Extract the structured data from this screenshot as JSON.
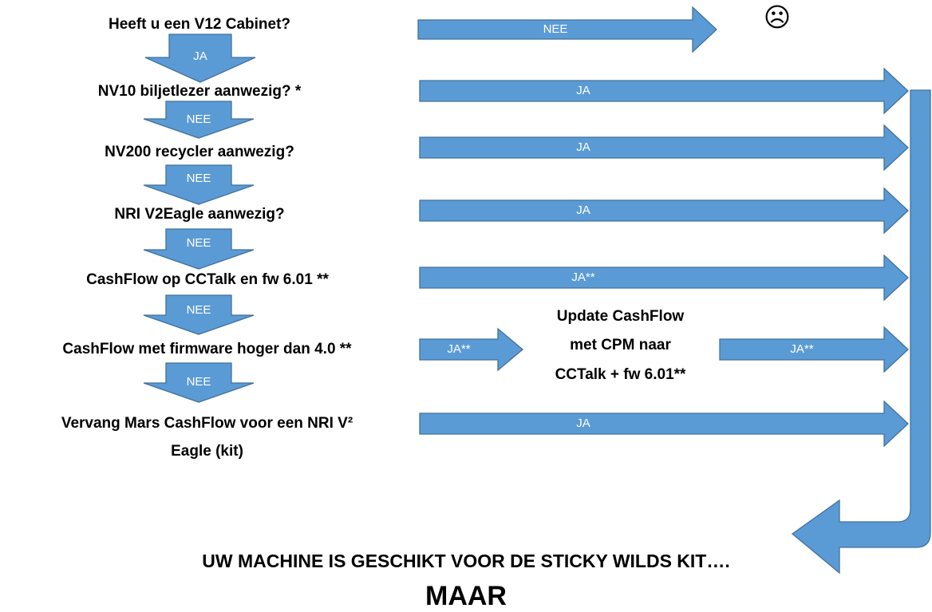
{
  "questions": {
    "q1": "Heeft u een V12 Cabinet?",
    "q2": "NV10 biljetlezer aanwezig? *",
    "q3": "NV200 recycler aanwezig?",
    "q4": "NRI V2Eagle aanwezig?",
    "q5": "CashFlow op CCTalk en fw 6.01 **",
    "q6": "CashFlow met firmware hoger dan 4.0 **",
    "q7_line1": "Vervang Mars CashFlow voor een NRI   V²",
    "q7_line2": "Eagle (kit)"
  },
  "update_box": {
    "line1": "Update CashFlow",
    "line2": "met CPM naar",
    "line3": "CCTalk + fw 6.01**"
  },
  "down_arrows": [
    "JA",
    "NEE",
    "NEE",
    "NEE",
    "NEE",
    "NEE"
  ],
  "right_arrows": {
    "r1": "NEE",
    "r2": "JA",
    "r3": "JA",
    "r4": "JA",
    "r5": "JA**",
    "r6a": "JA**",
    "r6b": "JA**",
    "r7": "JA"
  },
  "sad_face": "☹",
  "result_text": "UW MACHINE IS GESCHIKT VOOR DE STICKY WILDS KIT….",
  "result_partial": "MAAR",
  "colors": {
    "arrow_fill": "#5b9bd5",
    "arrow_stroke": "#41719c"
  }
}
